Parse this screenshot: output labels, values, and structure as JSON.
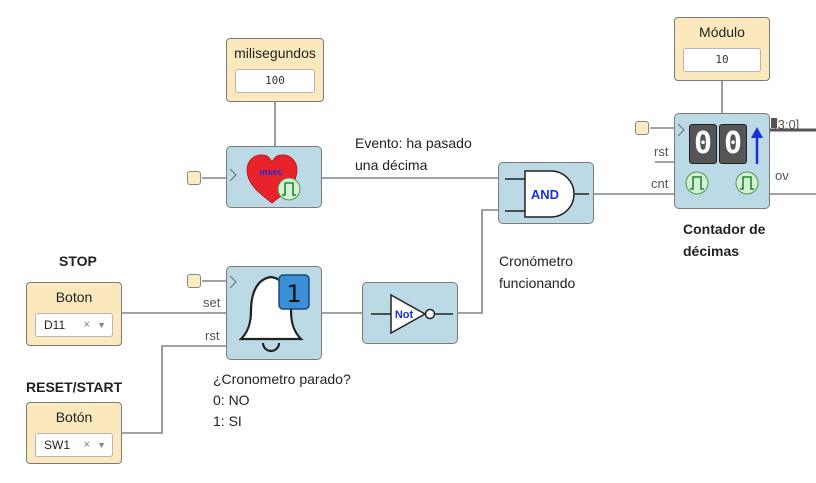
{
  "params": {
    "milis": {
      "title": "milisegundos",
      "value": "100"
    },
    "modulo": {
      "title": "Módulo",
      "value": "10"
    }
  },
  "inputs": {
    "stop": {
      "heading": "STOP",
      "title": "Boton",
      "value": "D11",
      "clear": "×",
      "arrow": "▼"
    },
    "reset": {
      "heading": "RESET/START",
      "title": "Botón",
      "value": "SW1",
      "clear": "×",
      "arrow": "▼"
    }
  },
  "labels": {
    "evento_1": "Evento: ha pasado",
    "evento_2": "una décima",
    "crono_func_1": "Cronómetro",
    "crono_func_2": "funcionando",
    "parado_1": "¿Cronometro parado?",
    "parado_2": "0: NO",
    "parado_3": "1: SI",
    "contador_1": "Contador de",
    "contador_2": "décimas"
  },
  "ports": {
    "set": "set",
    "rst_rs": "rst",
    "rst_counter": "rst",
    "cnt": "cnt",
    "ov": "ov",
    "bus": "[3:0]"
  },
  "blocks": {
    "heart_text": "msec",
    "flipflop_digit": "1",
    "not_text": "Not",
    "and_text": "AND",
    "counter_digits": [
      "0",
      "0"
    ]
  },
  "colors": {
    "block_fill": "#bcd9e6",
    "param_fill": "#fbe9bd",
    "heart": "#e8232b",
    "gate_text": "#1a2fd6",
    "pulse": "#1c8a2c"
  }
}
